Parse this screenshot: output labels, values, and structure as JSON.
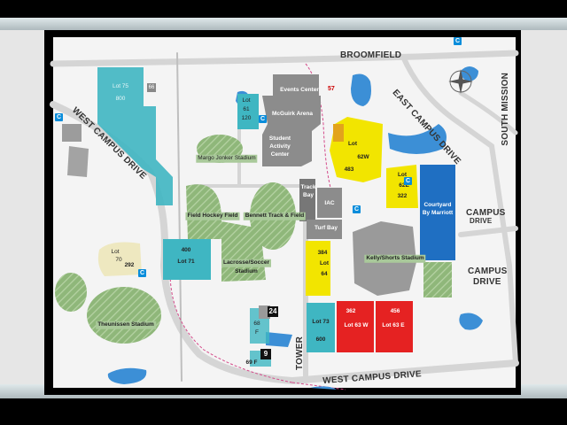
{
  "streets": {
    "broomfield": "BROOMFIELD",
    "east_campus_drive": "EAST CAMPUS DRIVE",
    "south_mission": "SOUTH MISSION",
    "west_campus_drive_left": "WEST CAMPUS DRIVE",
    "west_campus_drive_bottom": "WEST CAMPUS DRIVE",
    "campus_drive_right_1": "CAMPUS",
    "campus_drive_right_2": "DRIVE",
    "campus_drive_upper_1": "CAMPUS",
    "campus_drive_upper_2": "DRIVE",
    "tower": "TOWER"
  },
  "buildings": {
    "events_center": "Events Center",
    "mcguirk_arena": "McGuirk Arena",
    "student_activity_center_1": "Student",
    "student_activity_center_2": "Activity",
    "student_activity_center_3": "Center",
    "margo_jonker": "Margo Jonker Stadium",
    "field_hockey": "Field Hockey Field",
    "bennett_track": "Bennett Track & Field",
    "lacrosse_soccer_1": "Lacrosse/Soccer",
    "lacrosse_soccer_2": "Stadium",
    "track_bay_1": "Track",
    "track_bay_2": "Bay",
    "iac": "IAC",
    "turf_bay": "Turf Bay",
    "kelly_shorts": "Kelly/Shorts Stadium",
    "courtyard_1": "Courtyard",
    "courtyard_2": "By Marriott",
    "theunissen": "Theunissen Stadium"
  },
  "lots": {
    "lot75_name": "Lot 75",
    "lot75_count": "800",
    "lot75_badge": "66",
    "lot61_1": "Lot",
    "lot61_2": "61",
    "lot61_3": "120",
    "lot62w_1": "Lot",
    "lot62w_2": "62W",
    "lot62w_3": "483",
    "lot62e_1": "Lot",
    "lot62e_2": "62E",
    "lot62e_3": "322",
    "lot71_1": "400",
    "lot71_2": "Lot 71",
    "lot70_1": "Lot",
    "lot70_2": "70",
    "lot70_3": "292",
    "lot64_1": "384",
    "lot64_2": "Lot",
    "lot64_3": "64",
    "lot73_1": "Lot 73",
    "lot73_2": "600",
    "lot63w_1": "362",
    "lot63w_2": "Lot 63 W",
    "lot63e_1": "456",
    "lot63e_2": "Lot 63 E",
    "lot68f_1": "68",
    "lot68f_2": "F",
    "lot69f": "69 F",
    "badge_57": "57",
    "badge_24": "24",
    "badge_9": "9"
  },
  "icons": {
    "badge_letter": "C"
  },
  "colors": {
    "map_bg": "#f4f4f4",
    "frame": "#000000",
    "lot_yellow": "#f2e500",
    "lot_red": "#e52222",
    "lot_teal": "#3fb6c2",
    "building_gray": "#8c8c8c",
    "field_green": "#8fb77a",
    "courtyard_blue": "#1f6fc2",
    "water": "#3c8fd6",
    "road_gray": "#d9d9d9"
  }
}
